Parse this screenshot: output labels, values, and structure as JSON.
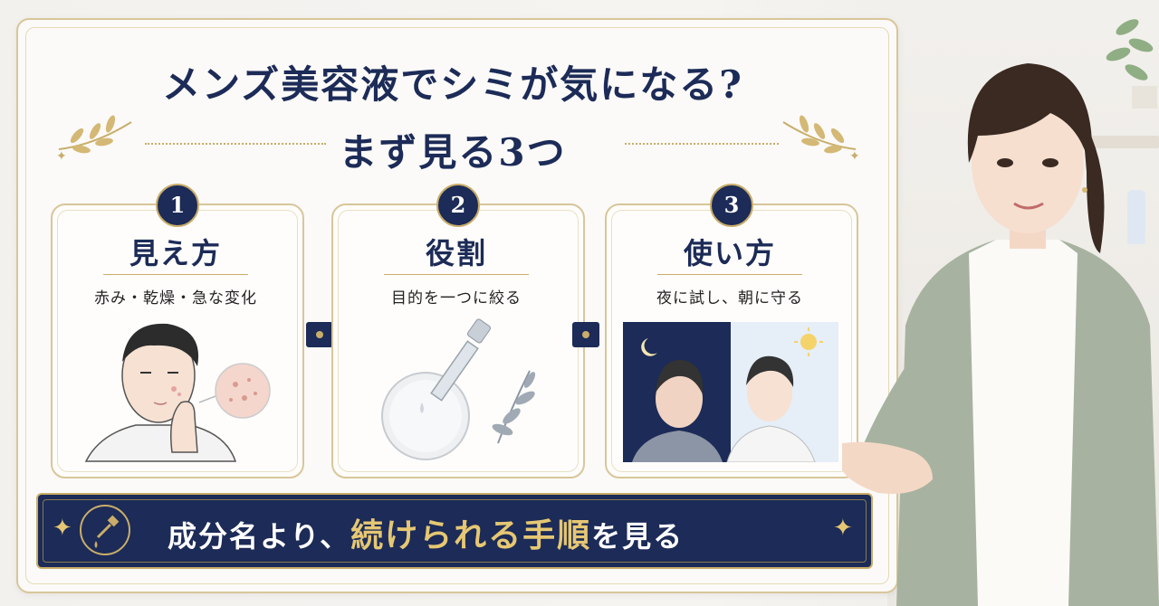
{
  "title": {
    "line1": "メンズ美容液でシミが気になる?",
    "line2": "まず見る3つ"
  },
  "cards": [
    {
      "number": "1",
      "title": "見え方",
      "subtitle": "赤み・乾燥・急な変化"
    },
    {
      "number": "2",
      "title": "役割",
      "subtitle": "目的を一つに絞る"
    },
    {
      "number": "3",
      "title": "使い方",
      "subtitle": "夜に試し、朝に守る"
    }
  ],
  "banner": {
    "text_before": "成分名より、",
    "text_highlight": "続けられる手順",
    "text_after": "を見る"
  },
  "colors": {
    "navy": "#1c2b57",
    "gold": "#c9ad6a",
    "highlight": "#e6c773"
  }
}
